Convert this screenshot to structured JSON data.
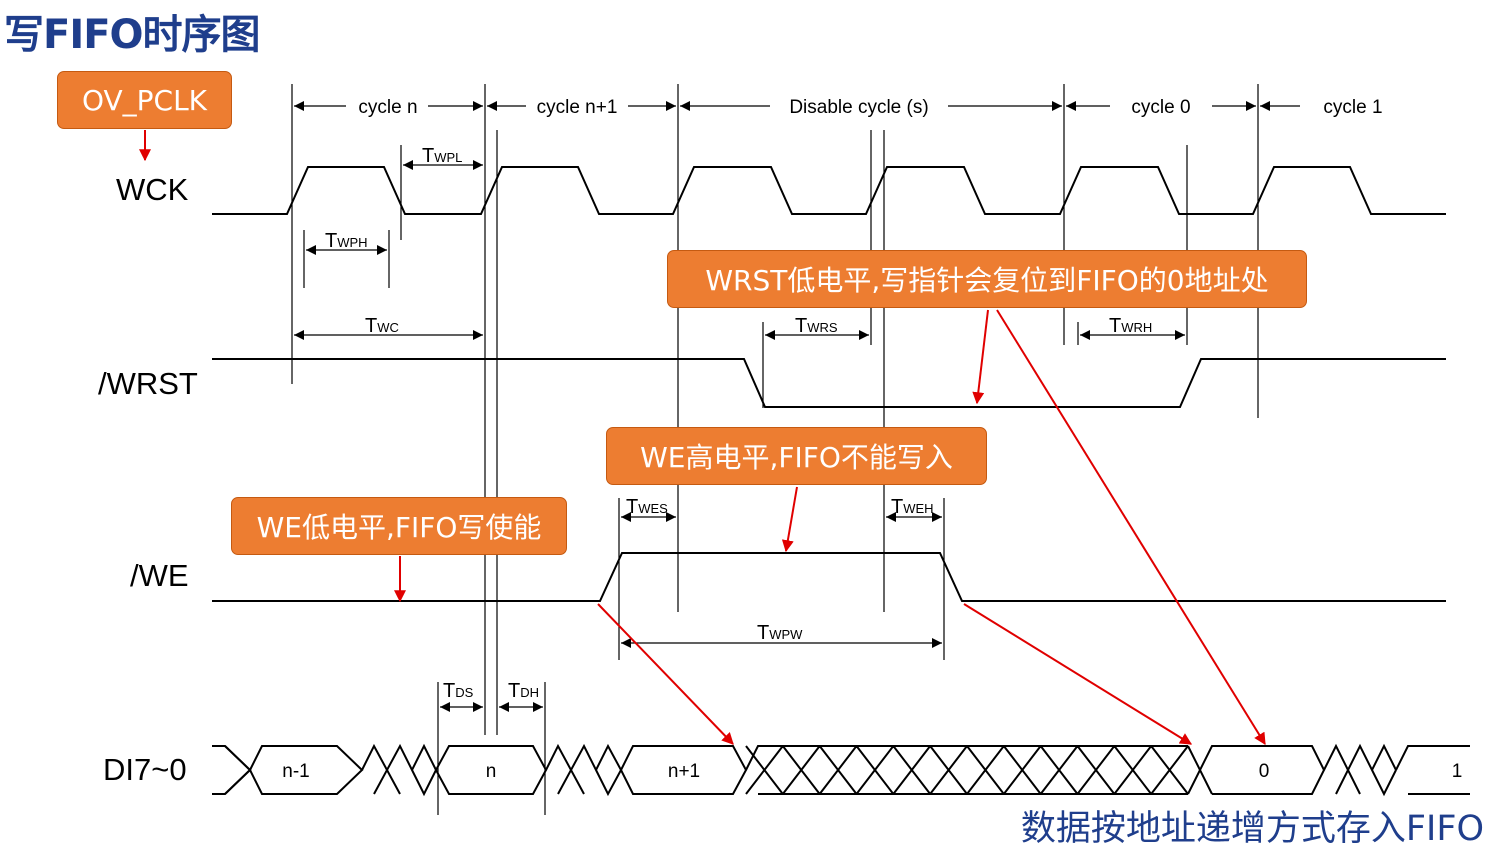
{
  "title": "写FIFO时序图",
  "footer": "数据按地址递增方式存入FIFO",
  "callouts": {
    "pclk": "OV_PCLK",
    "wrst": "WRST低电平,写指针会复位到FIFO的0地址处",
    "we_high": "WE高电平,FIFO不能写入",
    "we_low": "WE低电平,FIFO写使能"
  },
  "signals": {
    "wck": "WCK",
    "wrst": "/WRST",
    "we": "/WE",
    "di": "DI7~0"
  },
  "cycles": {
    "n": "cycle n",
    "n1": "cycle n+1",
    "disable": "Disable cycle (s)",
    "c0": "cycle 0",
    "c1": "cycle 1"
  },
  "timing": {
    "wpl": {
      "main": "T",
      "sub": "WPL"
    },
    "wph": {
      "main": "T",
      "sub": "WPH"
    },
    "wc": {
      "main": "T",
      "sub": "WC"
    },
    "wrs": {
      "main": "T",
      "sub": "WRS"
    },
    "wrh": {
      "main": "T",
      "sub": "WRH"
    },
    "wes": {
      "main": "T",
      "sub": "WES"
    },
    "weh": {
      "main": "T",
      "sub": "WEH"
    },
    "wpw": {
      "main": "T",
      "sub": "WPW"
    },
    "ds": {
      "main": "T",
      "sub": "DS"
    },
    "dh": {
      "main": "T",
      "sub": "DH"
    }
  },
  "data_labels": {
    "nm1": "n-1",
    "n": "n",
    "n1": "n+1",
    "zero": "0",
    "one": "1"
  },
  "colors": {
    "title": "#1f3e8c",
    "callout_fill": "#ed7d31",
    "arrow": "#e00000"
  }
}
